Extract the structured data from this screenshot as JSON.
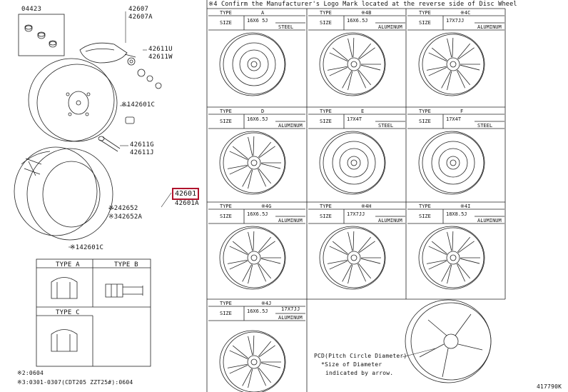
{
  "exploded": {
    "parts": {
      "p04423": "04423",
      "p42607": "42607",
      "p42607A": "42607A",
      "p42611U": "42611U",
      "p42611W": "42611W",
      "p42601C_a": "※142601C",
      "p42611G": "42611G",
      "p42611J": "42611J",
      "p42652": "※242652",
      "p42652A": "※342652A",
      "p42601C_b": "※142601C",
      "p42601": "42601",
      "p42601A": "42601A"
    },
    "nut_types": [
      "TYPE A",
      "TYPE B",
      "TYPE C"
    ]
  },
  "header_note": "※4 Confirm the Manufacturer's Logo Mark located at the reverse side of Disc Wheel",
  "wheel_cells": [
    {
      "type_label": "TYPE",
      "type_value": "A",
      "size_label": "SIZE",
      "size_value": "16X6 5J",
      "material": "STEEL"
    },
    {
      "type_label": "TYPE",
      "type_value": "※4B",
      "size_label": "SIZE",
      "size_value": "16X6.5J",
      "material": "ALUMINUM"
    },
    {
      "type_label": "TYPE",
      "type_value": "※4C",
      "size_label": "SIZE",
      "size_value": "17X7JJ",
      "material": "ALUMINUM"
    },
    {
      "type_label": "TYPE",
      "type_value": "D",
      "size_label": "SIZE",
      "size_value": "16X6.5J",
      "material": "ALUMINUM"
    },
    {
      "type_label": "TYPE",
      "type_value": "E",
      "size_label": "SIZE",
      "size_value": "17X4T",
      "material": "STEEL"
    },
    {
      "type_label": "TYPE",
      "type_value": "F",
      "size_label": "SIZE",
      "size_value": "17X4T",
      "material": "STEEL"
    },
    {
      "type_label": "TYPE",
      "type_value": "※4G",
      "size_label": "SIZE",
      "size_value": "16X6.5J",
      "material": "ALUMINUM"
    },
    {
      "type_label": "TYPE",
      "type_value": "※4H",
      "size_label": "SIZE",
      "size_value": "17X7JJ",
      "material": "ALUMINUM"
    },
    {
      "type_label": "TYPE",
      "type_value": "※4I",
      "size_label": "SIZE",
      "size_value": "18X8.5J",
      "material": "ALUMINUM"
    },
    {
      "type_label": "TYPE",
      "type_value": "※4J",
      "size_label": "SIZE",
      "size_value": "16X6.5J",
      "material": "ALUMINUM"
    }
  ],
  "extra_size": "17X7JJ",
  "pcd_note": [
    "PCD(Pitch Circle Diameter)",
    "*Size of Diameter",
    "indicated by arrow."
  ],
  "footnotes": [
    "※2:0604",
    "※3:0301-0307(CDT205 ZZT25#):0604"
  ],
  "diagram_code": "417790K"
}
